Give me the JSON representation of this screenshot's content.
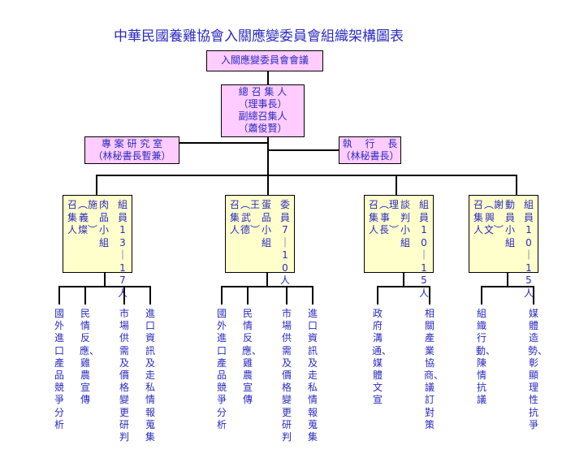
{
  "title": "中華民國養雞協會入關應變委員會組織架構圖表",
  "colors": {
    "text": "#2b2bc0",
    "pink_box": "#ffccff",
    "yellow_box": "#ffffcc",
    "line": "#000000"
  },
  "top": {
    "label": "入關應變委員會會議"
  },
  "leader": {
    "line1": "總 召 集 人",
    "line2": "（理事長）",
    "line3": "副總召集人",
    "line4": "（蕭俊賢）"
  },
  "research": {
    "line1": "專 案 研 究 室",
    "line2": "（林秘書長暫兼）"
  },
  "executive": {
    "line1": "執　 行　 長",
    "line2": "（林秘書長）"
  },
  "groups": [
    {
      "col1": "召集人",
      "col2": "︵施義燦︶",
      "col3": "肉品小組",
      "col4": "組員13｜17人",
      "tasks": [
        "國外進口產品競爭分析",
        "民情反應、雞農宣傳",
        "市場供需及價格變更研判",
        "進口資訊及走私情報蒐集"
      ]
    },
    {
      "col1": "召集人",
      "col2": "︵王武德︶",
      "col3": "蛋品小組",
      "col4": "委員7｜10人",
      "tasks": [
        "國外進口產品競爭分析",
        "民情反應、雞農宣傳",
        "市場供需及價格變更研判",
        "進口資訊及走私情報蒐集"
      ]
    },
    {
      "col1": "召集人",
      "col2": "︵理事長︶",
      "col3": "談判小組",
      "col4": "組員10｜15人",
      "tasks": [
        "政府溝通、媒體文宣",
        "相關產業協商、議訂對策"
      ]
    },
    {
      "col1": "召集人",
      "col2": "︵謝興文︶",
      "col3": "動員小組",
      "col4": "組員10｜15人",
      "tasks": [
        "組織行動、陳情抗議",
        "媒體造勢、彰顯理性抗爭"
      ]
    }
  ]
}
